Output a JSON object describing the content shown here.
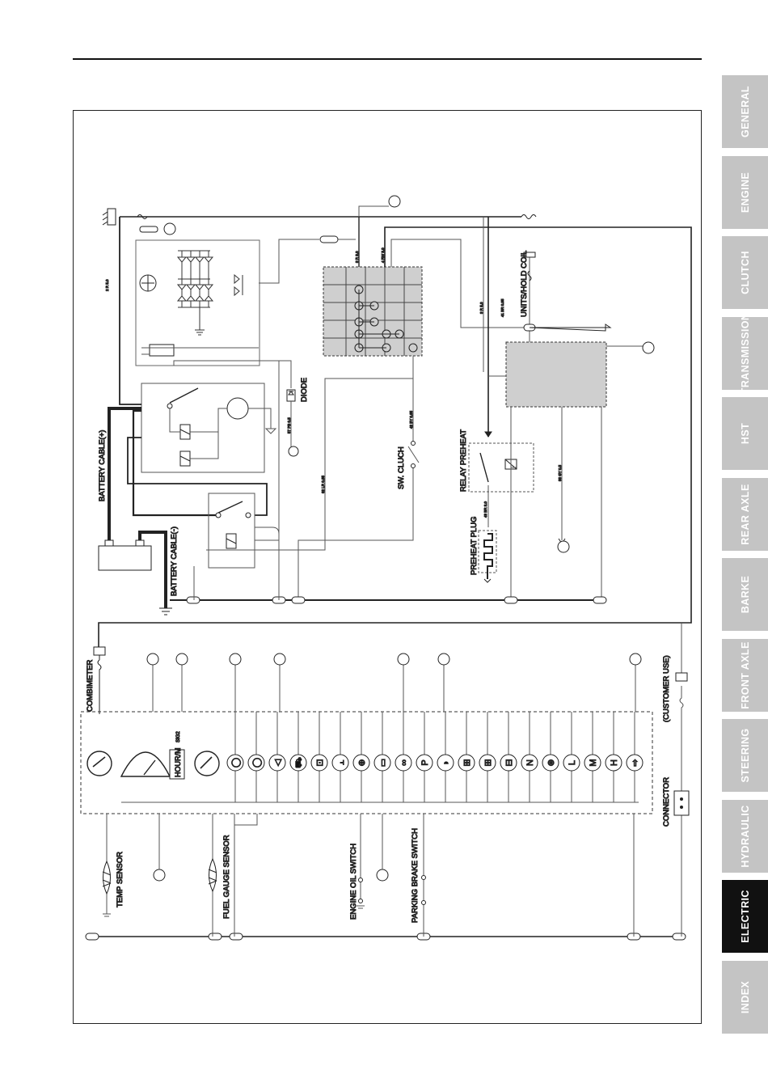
{
  "tabs": [
    {
      "label": "GENERAL",
      "active": false
    },
    {
      "label": "ENGINE",
      "active": false
    },
    {
      "label": "CLUTCH",
      "active": false
    },
    {
      "label": "TRANSMISSION",
      "active": false
    },
    {
      "label": "HST",
      "active": false
    },
    {
      "label": "REAR AXLE",
      "active": false
    },
    {
      "label": "BARKE",
      "active": false
    },
    {
      "label": "FRONT AXLE",
      "active": false
    },
    {
      "label": "STEERING",
      "active": false
    },
    {
      "label": "HYDRAULIC",
      "active": false
    },
    {
      "label": "ELECTRIC",
      "active": true
    },
    {
      "label": "INDEX",
      "active": false
    }
  ],
  "diagram": {
    "labels": {
      "battery_cable_pos": "BATTERY CABLE(+)",
      "battery_cable_neg": "BATTERY CABLE(-)",
      "diode": "DIODE",
      "sw_clutch": "SW. CLUCH",
      "relay_preheat": "RELAY PREHEAT",
      "preheat_plug": "PREHEAT PLUG",
      "units_hold_coil": "UNITS/HOLD COIL",
      "combimeter": "COMBIMETER",
      "customer_use": "(CUSTOMER USE)",
      "connector": "CONNECTOR",
      "temp_sensor": "TEMP SENSOR",
      "fuel_gauge_sensor": "FUEL GAUGE SENSOR",
      "engine_oil_switch": "ENGINE OIL SWITCH",
      "parking_brake_switch": "PARKING BRAKE SWITCH",
      "hourm": "HOUR/M",
      "hourm_code": "SIG2"
    },
    "wire_codes": {
      "w1": "2 R 5.0",
      "w2": "3 R 3.0",
      "w3": "4 RW 3.0",
      "w4": "3 R 5.0",
      "w5": "41 BR 0.85",
      "w6": "57 PB 0.5",
      "w7": "62 LR 0.85",
      "w8": "42 BY 0.85",
      "w9": "43 BR 3.0",
      "w10": "88 GY 0.5"
    },
    "indicator_glyphs": [
      "◯",
      "◯",
      "◁",
      "⛟",
      "⊡",
      "⫠",
      "⊕",
      "▭",
      "∞",
      "P",
      "◗",
      "⊞",
      "⊞",
      "⊟",
      "N",
      "⊛",
      "L",
      "M",
      "H",
      "⇨"
    ]
  }
}
